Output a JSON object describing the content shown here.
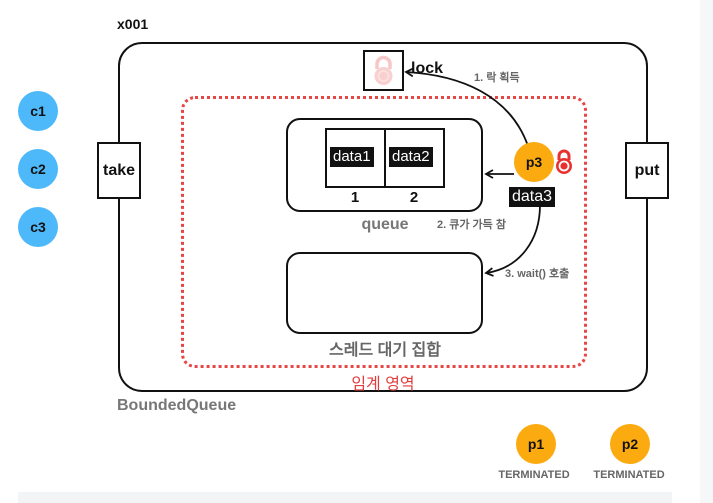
{
  "diagram": {
    "instance_id": "x001",
    "class_name": "BoundedQueue",
    "lock": {
      "label": "lock",
      "state": "held"
    },
    "critical_section_label": "임계 영역",
    "queue": {
      "label": "queue",
      "capacity": 2,
      "cells": [
        {
          "index": "1",
          "value": "data1"
        },
        {
          "index": "2",
          "value": "data2"
        }
      ]
    },
    "wait_set_label": "스레드 대기 집합",
    "methods": {
      "take": "take",
      "put": "put"
    },
    "steps": [
      {
        "label": "1. 락 획득"
      },
      {
        "label": "2. 큐가 가득 참"
      },
      {
        "label": "3. wait() 호출"
      }
    ],
    "consumers": [
      {
        "name": "c1"
      },
      {
        "name": "c2"
      },
      {
        "name": "c3"
      }
    ],
    "active_producer": {
      "name": "p3",
      "data": "data3",
      "holds_lock": true
    },
    "terminated_producers": [
      {
        "name": "p1",
        "status": "TERMINATED"
      },
      {
        "name": "p2",
        "status": "TERMINATED"
      }
    ],
    "colors": {
      "consumer": "#4db8fa",
      "producer": "#fbaa10",
      "critical": "#e84545",
      "lock_held": "#e8322f",
      "lock_faded": "#f7c6c6"
    }
  }
}
